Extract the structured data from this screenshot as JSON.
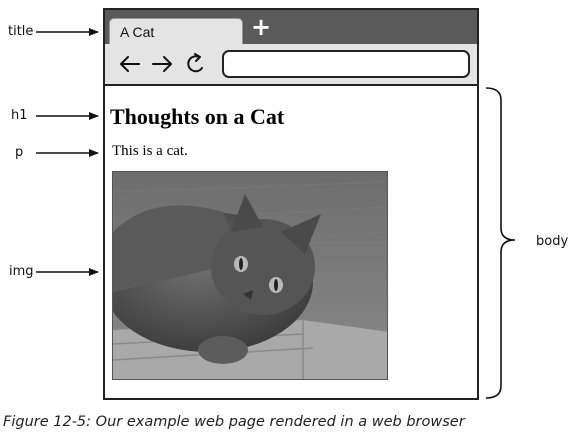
{
  "annotations": {
    "title": "title",
    "h1": "h1",
    "p": "p",
    "img": "img",
    "body": "body"
  },
  "browser": {
    "tab_title": "A Cat",
    "new_tab_icon": "plus-icon",
    "nav_icons": [
      "back-arrow-icon",
      "forward-arrow-icon",
      "reload-icon"
    ],
    "address_value": ""
  },
  "page": {
    "heading": "Thoughts on a Cat",
    "paragraph": "This is a cat.",
    "image_subject": "cat-photo"
  },
  "caption": "Figure 12-5: Our example web page rendered in a web browser"
}
